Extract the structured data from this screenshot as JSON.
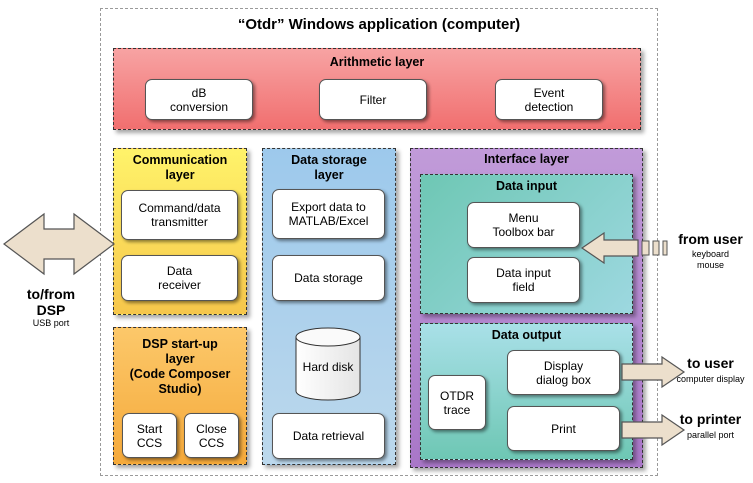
{
  "title": "“Otdr” Windows application (computer)",
  "arithmetic": {
    "title": "Arithmetic layer",
    "items": [
      "dB\nconversion",
      "Filter",
      "Event\ndetection"
    ]
  },
  "communication": {
    "title": "Communication\nlayer",
    "items": [
      "Command/data\ntransmitter",
      "Data\nreceiver"
    ]
  },
  "dsp_startup": {
    "title": "DSP start-up\nlayer\n(Code Composer\nStudio)",
    "items": [
      "Start\nCCS",
      "Close\nCCS"
    ]
  },
  "storage": {
    "title": "Data storage\nlayer",
    "export": "Export data to\nMATLAB/Excel",
    "storage": "Data storage",
    "disk": "Hard disk",
    "retrieval": "Data retrieval"
  },
  "interface": {
    "title": "Interface layer",
    "input": {
      "title": "Data input",
      "menu": "Menu\nToolbox bar",
      "field": "Data input\nfield"
    },
    "output": {
      "title": "Data output",
      "trace": "OTDR\ntrace",
      "display": "Display\ndialog box",
      "print": "Print"
    }
  },
  "left": {
    "main": "to/from\nDSP",
    "sub": "USB port"
  },
  "right": {
    "user_in": {
      "main": "from user",
      "sub": "keyboard\nmouse"
    },
    "user_out": {
      "main": "to user",
      "sub": "computer display"
    },
    "printer": {
      "main": "to printer",
      "sub": "parallel port"
    }
  }
}
